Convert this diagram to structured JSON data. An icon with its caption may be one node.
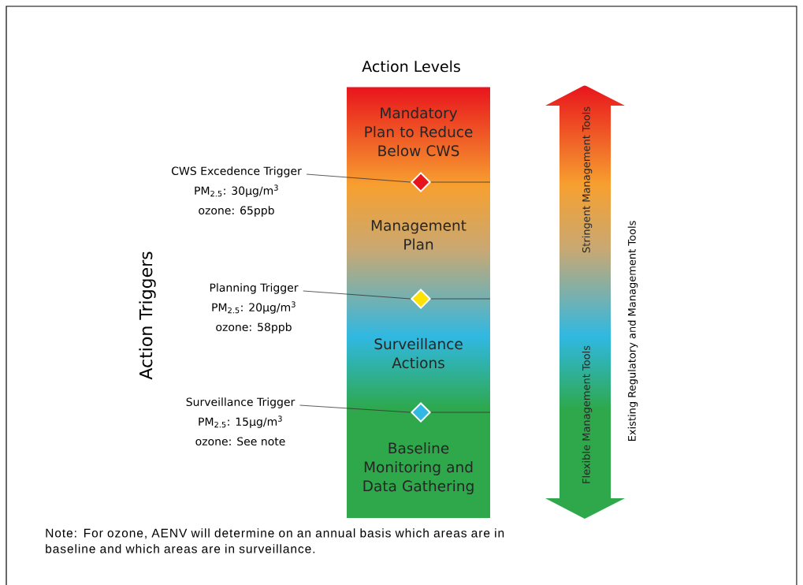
{
  "diagram": {
    "title": "Action Levels",
    "nodes": [
      {
        "text": [
          "Mandatory Plan to Reduce Below CWS"
        ]
      },
      {
        "text": [
          "Management Plan"
        ]
      },
      {
        "text": [
          "Surveillance Actions"
        ]
      },
      {
        "text": [
          "Baseline Monitoring and Data Gathering"
        ]
      },
      {
        "text": [
          "CWS Excedence Trigger",
          "PM$_{2.5}$: 30µg/m$^{3}$",
          "ozone: 65ppb"
        ]
      },
      {
        "text": [],
        "shape": "diamond"
      },
      {
        "text": [
          "Planning Trigger",
          "PM$_{2.5}$: 20µg/m$^{3}$",
          "ozone: 58ppb"
        ]
      },
      {
        "text": [],
        "shape": "diamond"
      },
      {
        "text": [
          "Surveillance Trigger",
          "PM$_{2.5}$: 15µg/m$^{3}$",
          "ozone: See note"
        ]
      },
      {
        "text": [],
        "shape": "diamond"
      },
      {
        "text": [
          "Stringent Management Tools",
          "Flexible Management Tools"
        ]
      }
    ],
    "edges": [
      {
        "from": 4,
        "to": 5,
        "arrow": "none"
      },
      {
        "from": 6,
        "to": 7,
        "arrow": "none"
      },
      {
        "from": 8,
        "to": 9,
        "arrow": "none"
      }
    ],
    "labels": [
      "Action Triggers",
      "Existing Regulatory and Management Tools",
      "Note: For ozone, AENV will determine on an annual basis which areas are in baseline and which areas are in surveillance."
    ]
  }
}
